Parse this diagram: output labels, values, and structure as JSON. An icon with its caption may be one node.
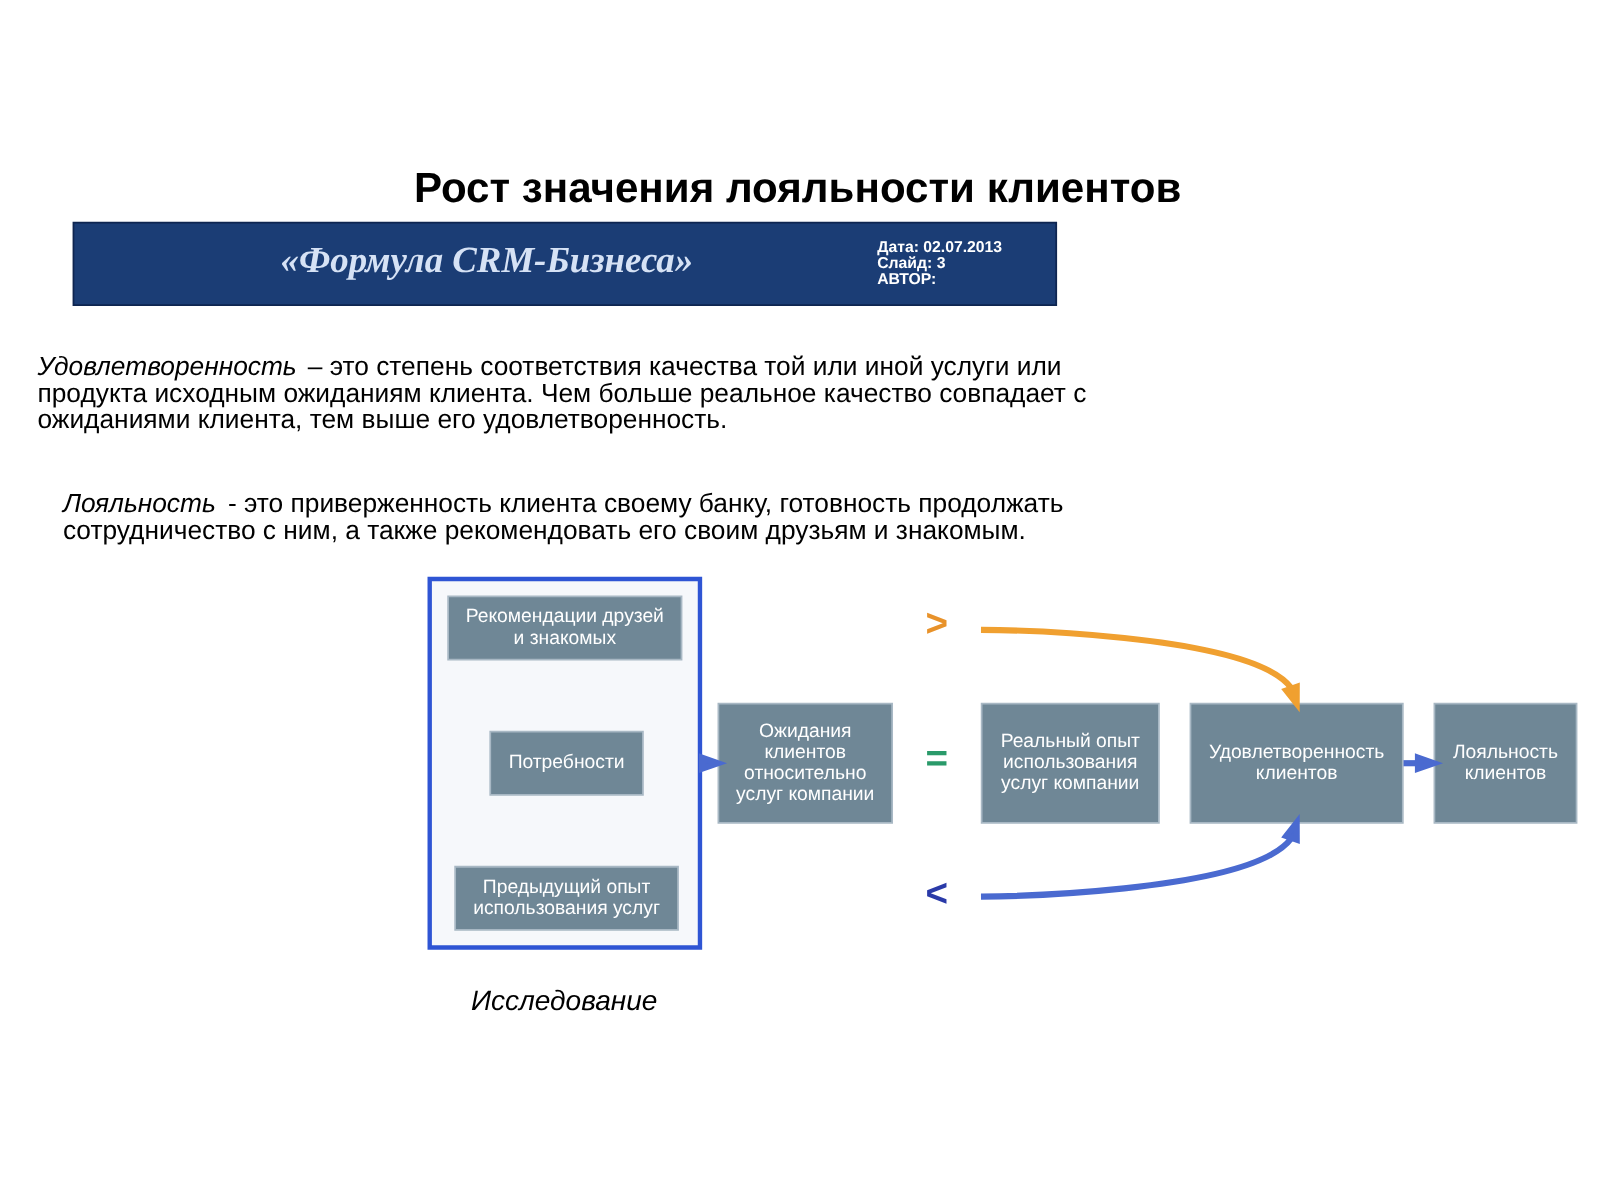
{
  "diagram": {
    "title": "Рост значения лояльности клиентов",
    "nodes": [
      {
        "text": [
          "«Формула CRM-Бизнеса»",
          "Дата: 02.07.2013",
          "Слайд: 3",
          "АВТОР:"
        ]
      },
      {
        "text": [],
        "shape": "box"
      },
      {
        "text": [
          "Рекомендации друзей и знакомых"
        ],
        "in": 1
      },
      {
        "text": [
          "Потребности"
        ],
        "in": 1
      },
      {
        "text": [
          "Предыдущий опыт использования услуг"
        ],
        "in": 1
      },
      {
        "text": [
          "Ожидания клиентов относительно услуг компании"
        ]
      },
      {
        "text": [
          "Реальный опыт использования услуг компании"
        ]
      },
      {
        "text": [
          "Удовлетворенность клиентов"
        ]
      },
      {
        "text": [
          "Лояльность клиентов"
        ]
      }
    ],
    "edges": [
      {
        "from": 1,
        "to": 5,
        "arrow": "to"
      },
      {
        "from": null,
        "to": 7,
        "arrow": "to",
        "color": "#f0a030"
      },
      {
        "from": null,
        "to": 7,
        "arrow": "to"
      },
      {
        "from": 7,
        "to": 8,
        "arrow": "to"
      }
    ],
    "labels": [
      "*Удовлетворенность* – это степень соответствия качества той или иной услуги или продукта исходным ожиданиям клиента. Чем больше реальное качество совпадает с ожиданиями клиента, тем выше его удовлетворенность.",
      "*Лояльность* - это приверженность клиента своему банку, готовность продолжать сотрудничество с ним, а также рекомендовать его своим друзьям и знакомым.",
      ">",
      "=",
      "<",
      "Исследование"
    ]
  }
}
